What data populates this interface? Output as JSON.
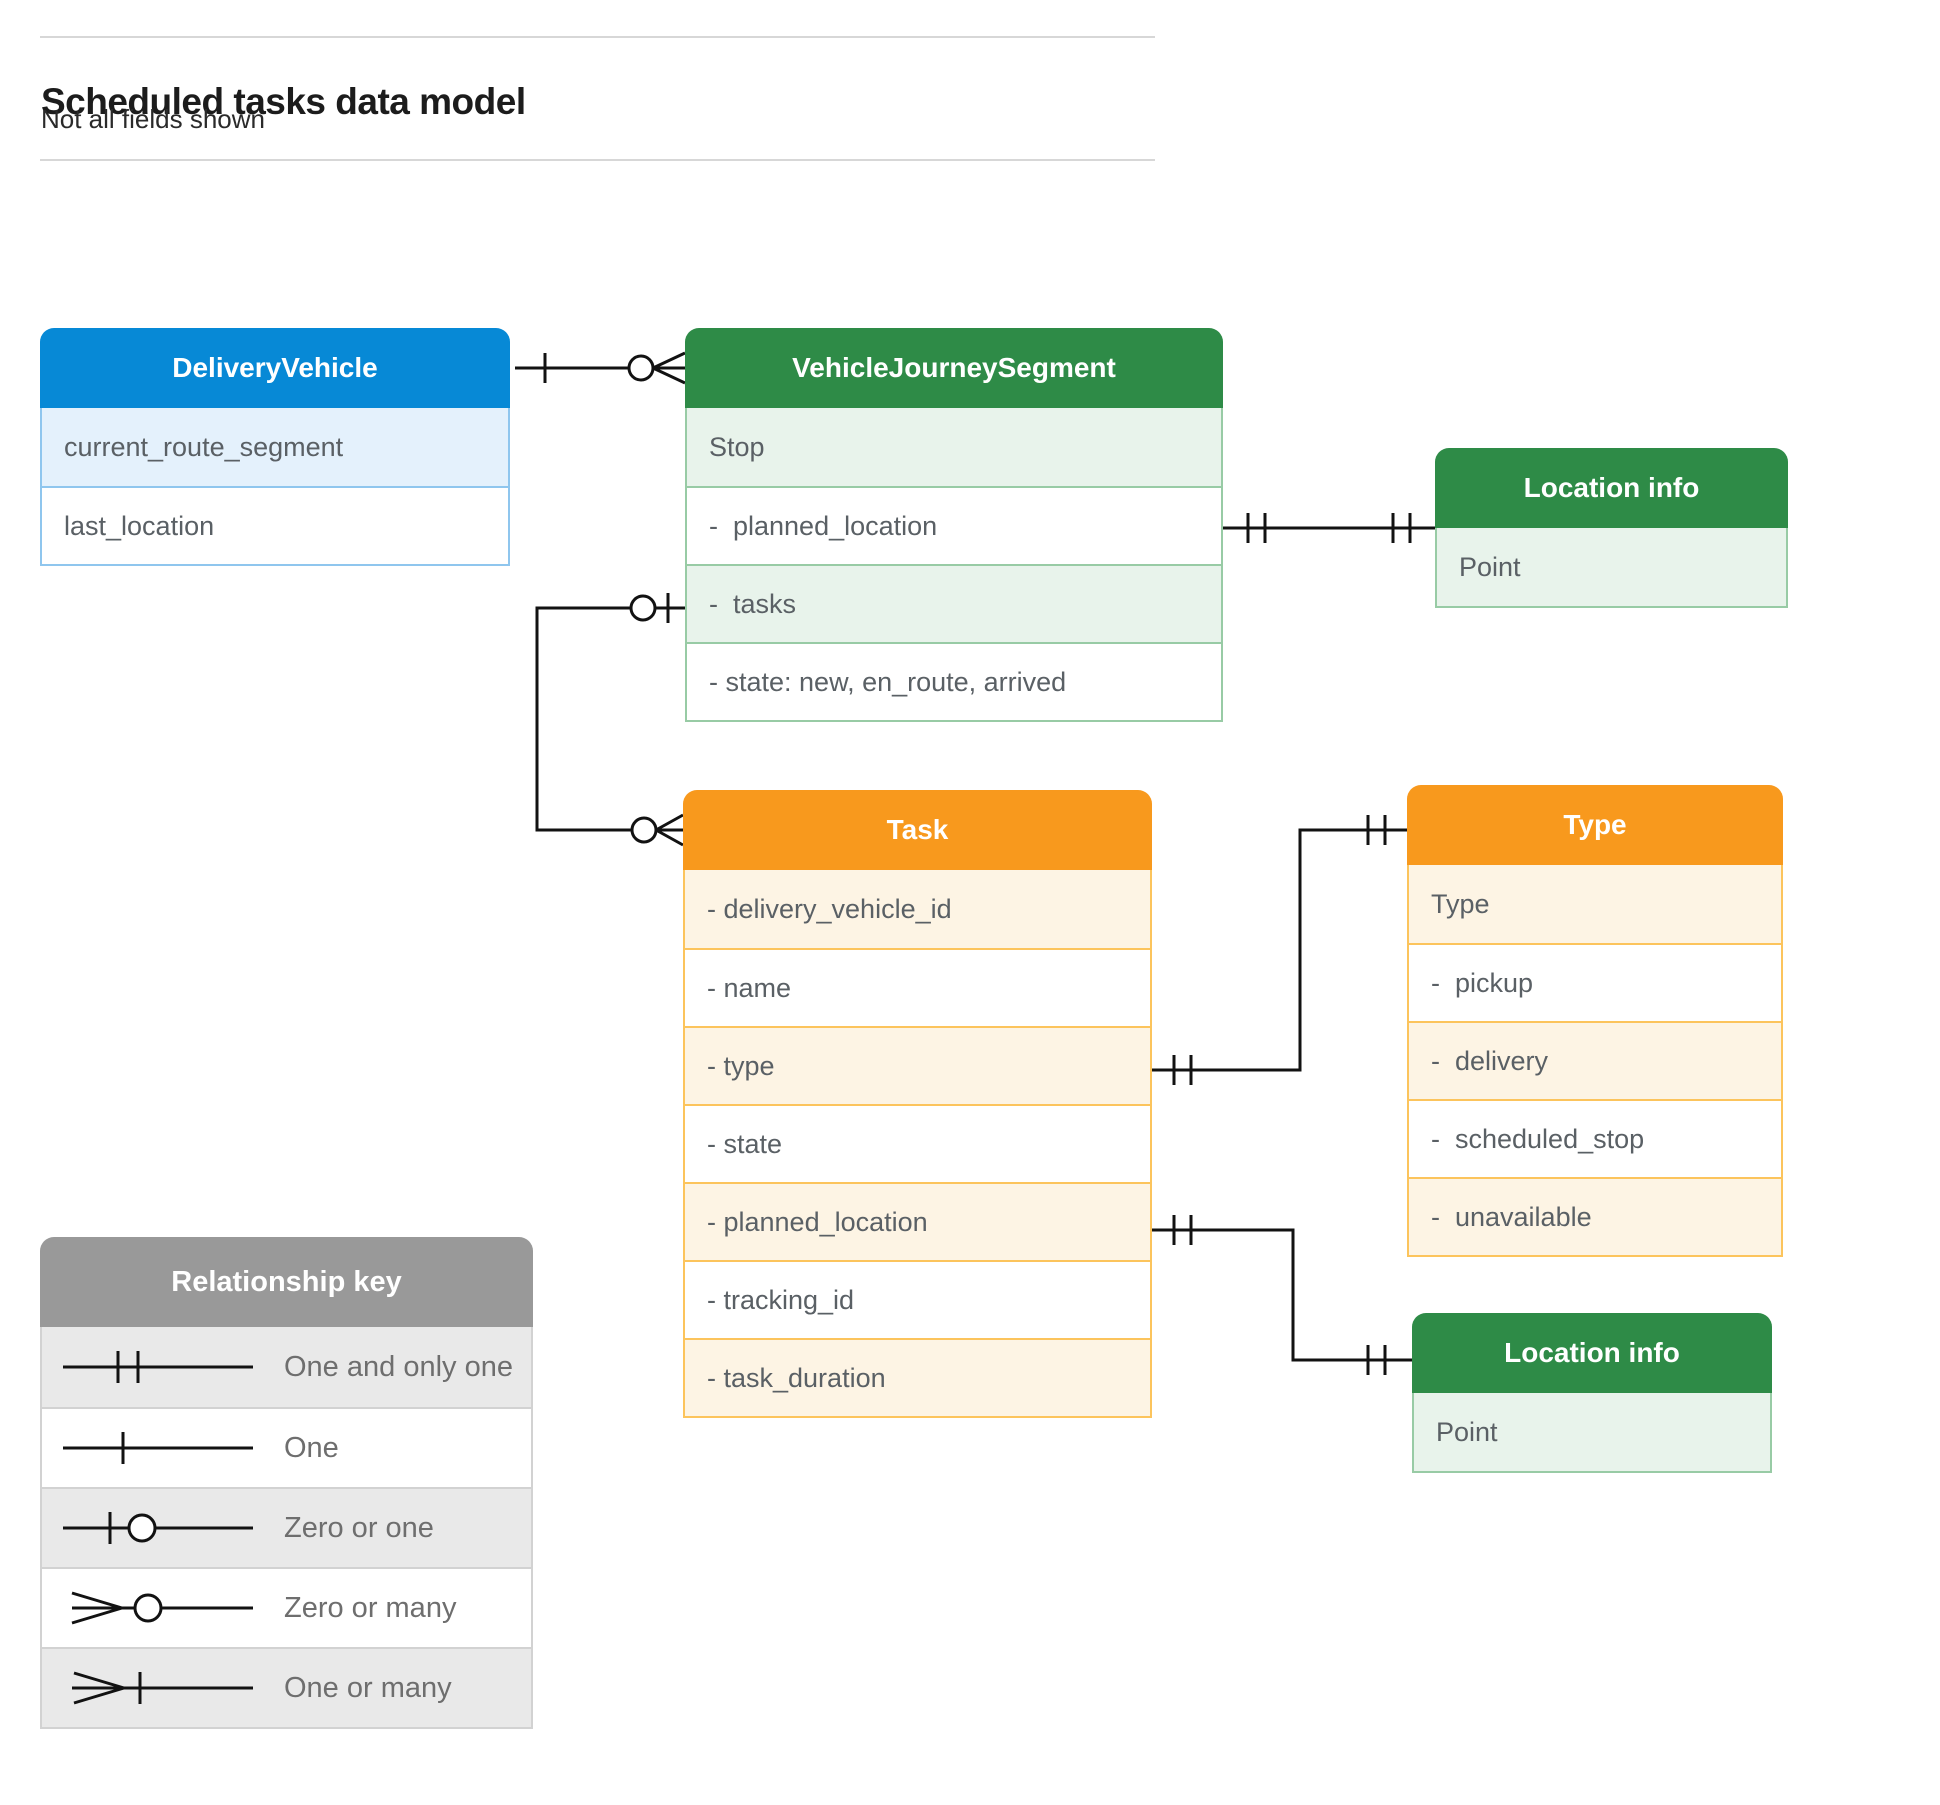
{
  "page": {
    "title": "Scheduled tasks data model",
    "subtitle": "Not all fields shown"
  },
  "entities": {
    "delivery_vehicle": {
      "title": "DeliveryVehicle",
      "fields": [
        "current_route_segment",
        "last_location"
      ]
    },
    "vehicle_journey_segment": {
      "title": "VehicleJourneySegment",
      "fields": [
        "Stop",
        "-  planned_location",
        "-  tasks",
        "- state: new, en_route, arrived"
      ]
    },
    "location_info_top": {
      "title": "Location info",
      "fields": [
        "Point"
      ]
    },
    "task": {
      "title": "Task",
      "fields": [
        "- delivery_vehicle_id",
        "- name",
        "- type",
        "- state",
        "- planned_location",
        "- tracking_id",
        "- task_duration"
      ]
    },
    "type": {
      "title": "Type",
      "fields": [
        "Type",
        "-  pickup",
        "-  delivery",
        "-  scheduled_stop",
        "-  unavailable"
      ]
    },
    "location_info_bottom": {
      "title": "Location info",
      "fields": [
        "Point"
      ]
    }
  },
  "legend": {
    "title": "Relationship key",
    "items": [
      {
        "symbol": "one-and-only-one",
        "label": "One and only one"
      },
      {
        "symbol": "one",
        "label": "One"
      },
      {
        "symbol": "zero-or-one",
        "label": "Zero or one"
      },
      {
        "symbol": "zero-or-many",
        "label": "Zero or many"
      },
      {
        "symbol": "one-or-many",
        "label": "One or many"
      }
    ]
  },
  "relationships": [
    {
      "from": "DeliveryVehicle",
      "to": "VehicleJourneySegment",
      "from_cardinality": "One",
      "to_cardinality": "Zero or many"
    },
    {
      "from": "VehicleJourneySegment.planned_location",
      "to": "Location info",
      "from_cardinality": "One and only one",
      "to_cardinality": "One and only one"
    },
    {
      "from": "VehicleJourneySegment.tasks",
      "to": "Task",
      "from_cardinality": "Zero or one",
      "to_cardinality": "Zero or many"
    },
    {
      "from": "Task.type",
      "to": "Type",
      "from_cardinality": "One and only one",
      "to_cardinality": "One and only one"
    },
    {
      "from": "Task.planned_location",
      "to": "Location info",
      "from_cardinality": "One and only one",
      "to_cardinality": "One and only one"
    }
  ],
  "colors": {
    "blue_header": "#0789d6",
    "green_header": "#2e8b47",
    "orange_header": "#f8991d",
    "gray_header": "#999999",
    "connector_line": "#121212"
  }
}
